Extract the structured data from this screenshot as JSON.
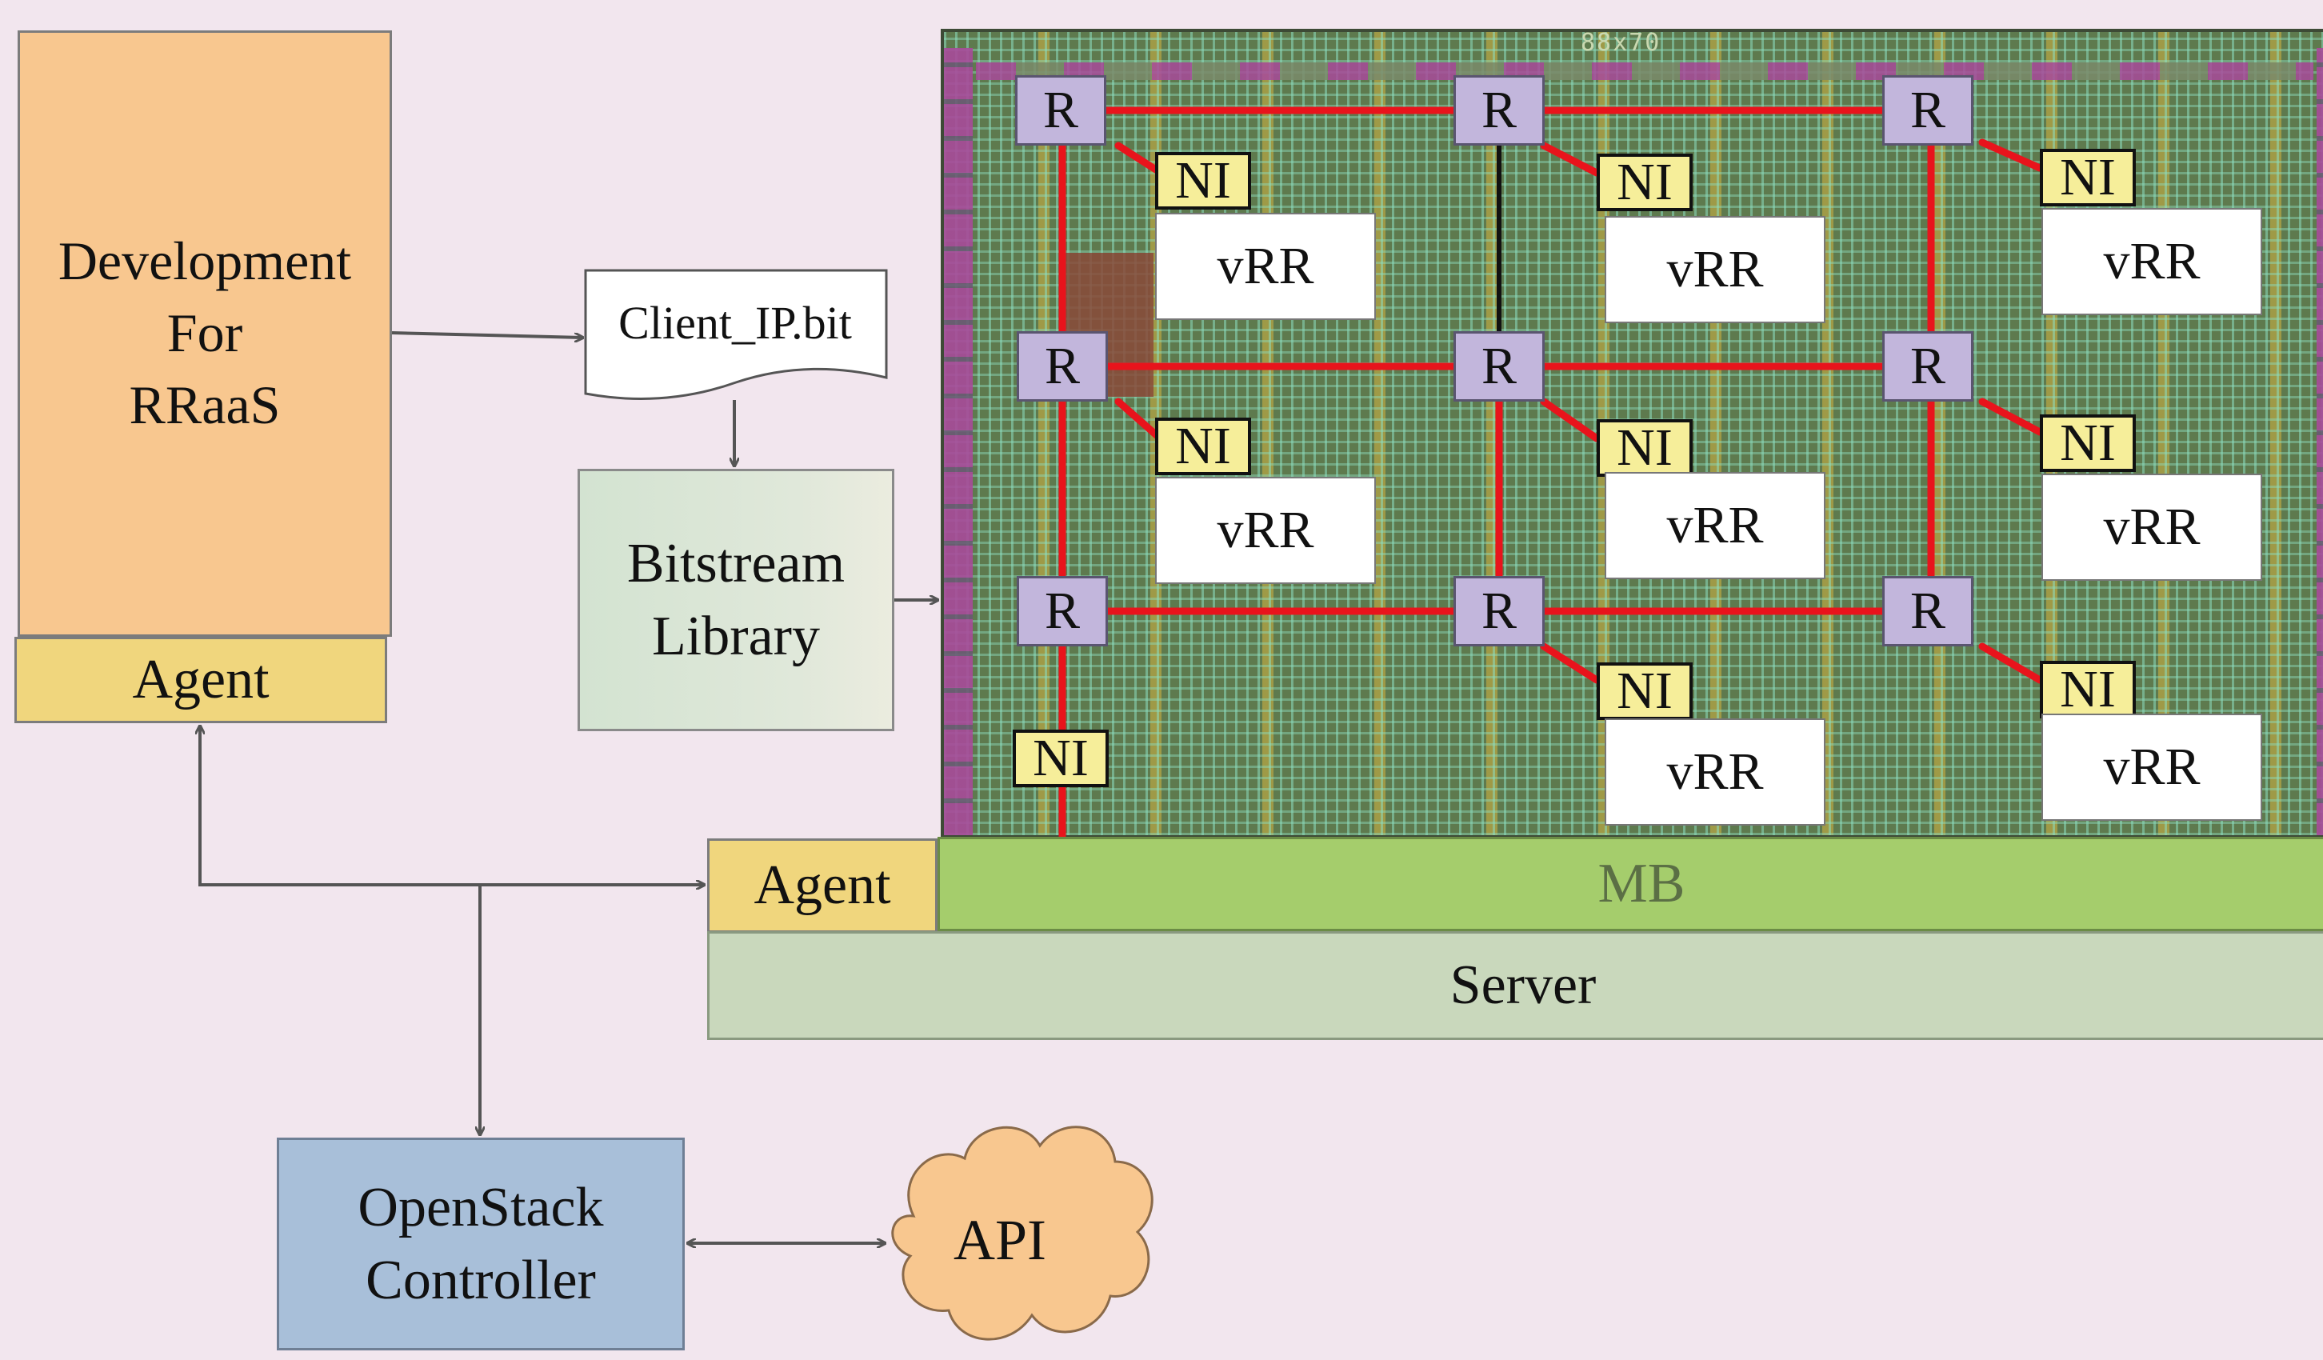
{
  "development": {
    "line1": "Development",
    "line2": "For",
    "line3": "RRaaS"
  },
  "agent_top": "Agent",
  "client_file": "Client_IP.bit",
  "bitstream_library": {
    "line1": "Bitstream",
    "line2": "Library"
  },
  "fpga": {
    "chip_label": "88x70",
    "router_label": "R",
    "ni_label": "NI",
    "vrr_label": "vRR"
  },
  "agent_server": "Agent",
  "mb_label": "MB",
  "server_label": "Server",
  "openstack": {
    "line1": "OpenStack",
    "line2": "Controller"
  },
  "api_label": "API",
  "colors": {
    "noc_link": "#e8141c",
    "router": "#c2b6dc",
    "ni": "#f6ee9a",
    "agent": "#f0d67d",
    "mb": "#a5cd6c"
  }
}
